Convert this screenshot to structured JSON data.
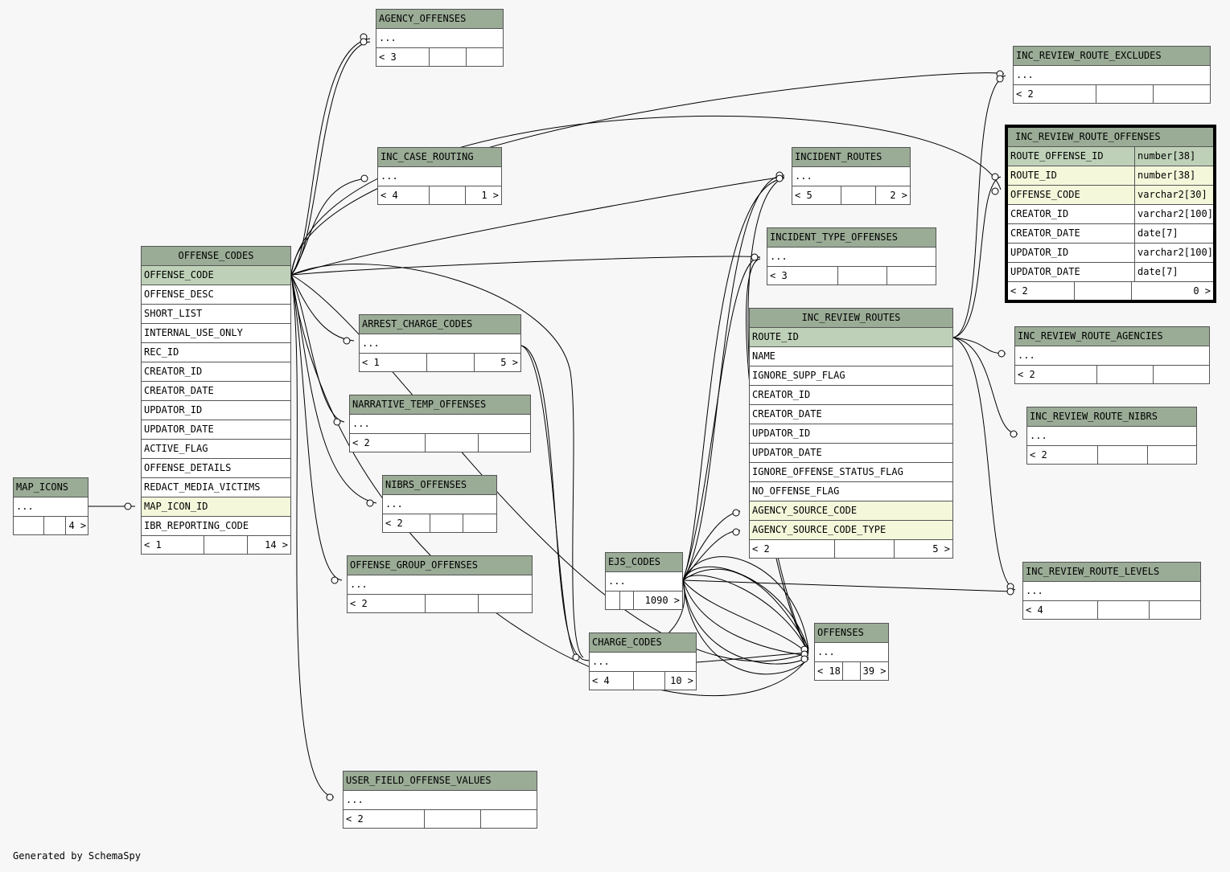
{
  "tables": {
    "agency_offenses": {
      "name": "AGENCY_OFFENSES",
      "ellipsis": "...",
      "parents": "< 3",
      "children": ""
    },
    "inc_case_routing": {
      "name": "INC_CASE_ROUTING",
      "ellipsis": "...",
      "parents": "< 4",
      "children": "1 >"
    },
    "offense_codes": {
      "name": "OFFENSE_CODES",
      "columns": [
        "OFFENSE_CODE",
        "OFFENSE_DESC",
        "SHORT_LIST",
        "INTERNAL_USE_ONLY",
        "REC_ID",
        "CREATOR_ID",
        "CREATOR_DATE",
        "UPDATOR_ID",
        "UPDATOR_DATE",
        "ACTIVE_FLAG",
        "OFFENSE_DETAILS",
        "REDACT_MEDIA_VICTIMS",
        "MAP_ICON_ID",
        "IBR_REPORTING_CODE"
      ],
      "parents": "< 1",
      "children": "14 >"
    },
    "map_icons": {
      "name": "MAP_ICONS",
      "ellipsis": "...",
      "parents": "",
      "children": "4 >"
    },
    "arrest_charge_codes": {
      "name": "ARREST_CHARGE_CODES",
      "ellipsis": "...",
      "parents": "< 1",
      "children": "5 >"
    },
    "narrative_temp_offenses": {
      "name": "NARRATIVE_TEMP_OFFENSES",
      "ellipsis": "...",
      "parents": "< 2",
      "children": ""
    },
    "nibrs_offenses": {
      "name": "NIBRS_OFFENSES",
      "ellipsis": "...",
      "parents": "< 2",
      "children": ""
    },
    "offense_group_offenses": {
      "name": "OFFENSE_GROUP_OFFENSES",
      "ellipsis": "...",
      "parents": "< 2",
      "children": ""
    },
    "user_field_offense_values": {
      "name": "USER_FIELD_OFFENSE_VALUES",
      "ellipsis": "...",
      "parents": "< 2",
      "children": ""
    },
    "incident_routes": {
      "name": "INCIDENT_ROUTES",
      "ellipsis": "...",
      "parents": "< 5",
      "children": "2 >"
    },
    "incident_type_offenses": {
      "name": "INCIDENT_TYPE_OFFENSES",
      "ellipsis": "...",
      "parents": "< 3",
      "children": ""
    },
    "inc_review_routes": {
      "name": "INC_REVIEW_ROUTES",
      "columns": [
        "ROUTE_ID",
        "NAME",
        "IGNORE_SUPP_FLAG",
        "CREATOR_ID",
        "CREATOR_DATE",
        "UPDATOR_ID",
        "UPDATOR_DATE",
        "IGNORE_OFFENSE_STATUS_FLAG",
        "NO_OFFENSE_FLAG",
        "AGENCY_SOURCE_CODE",
        "AGENCY_SOURCE_CODE_TYPE"
      ],
      "parents": "< 2",
      "children": "5 >"
    },
    "ejs_codes": {
      "name": "EJS_CODES",
      "ellipsis": "...",
      "parents": "",
      "children": "1090 >"
    },
    "charge_codes": {
      "name": "CHARGE_CODES",
      "ellipsis": "...",
      "parents": "< 4",
      "children": "10 >"
    },
    "offenses": {
      "name": "OFFENSES",
      "ellipsis": "...",
      "parents": "< 18",
      "children": "39 >"
    },
    "inc_review_route_excludes": {
      "name": "INC_REVIEW_ROUTE_EXCLUDES",
      "ellipsis": "...",
      "parents": "< 2",
      "children": ""
    },
    "inc_review_route_offenses": {
      "name": "INC_REVIEW_ROUTE_OFFENSES",
      "columns": [
        {
          "name": "ROUTE_OFFENSE_ID",
          "type": "number[38]"
        },
        {
          "name": "ROUTE_ID",
          "type": "number[38]"
        },
        {
          "name": "OFFENSE_CODE",
          "type": "varchar2[30]"
        },
        {
          "name": "CREATOR_ID",
          "type": "varchar2[100]"
        },
        {
          "name": "CREATOR_DATE",
          "type": "date[7]"
        },
        {
          "name": "UPDATOR_ID",
          "type": "varchar2[100]"
        },
        {
          "name": "UPDATOR_DATE",
          "type": "date[7]"
        }
      ],
      "parents": "< 2",
      "children": "0 >"
    },
    "inc_review_route_agencies": {
      "name": "INC_REVIEW_ROUTE_AGENCIES",
      "ellipsis": "...",
      "parents": "< 2",
      "children": ""
    },
    "inc_review_route_nibrs": {
      "name": "INC_REVIEW_ROUTE_NIBRS",
      "ellipsis": "...",
      "parents": "< 2",
      "children": ""
    },
    "inc_review_route_levels": {
      "name": "INC_REVIEW_ROUTE_LEVELS",
      "ellipsis": "...",
      "parents": "< 4",
      "children": ""
    }
  },
  "footer": "Generated by SchemaSpy",
  "colors": {
    "header": "#9aab96",
    "primary_key": "#bed1b8",
    "foreign_key": "#f4f7da",
    "background": "#f7f7f7"
  }
}
